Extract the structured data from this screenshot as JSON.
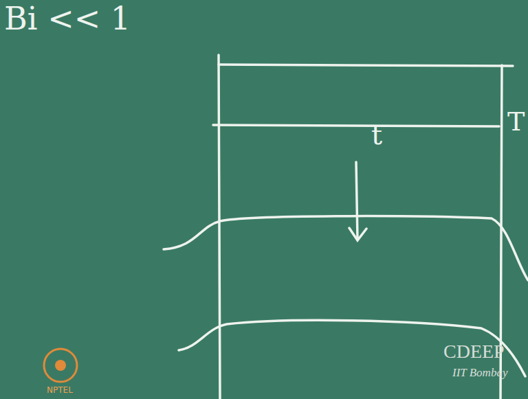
{
  "diagram": {
    "labels": [
      "Bi << 1",
      "T",
      "t",
      "CDEEP",
      "IIT Bombay",
      "NPTEL"
    ]
  }
}
